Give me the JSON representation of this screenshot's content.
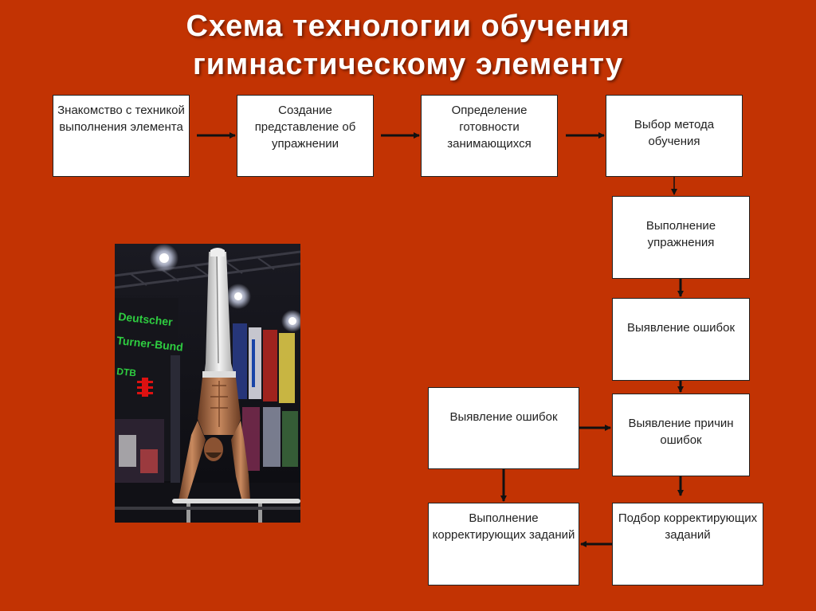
{
  "title": {
    "line1": "Схема технологии обучения",
    "line2": "гимнастическому элементу"
  },
  "boxes": {
    "b1": "Знакомство с техникой выполнения элемента",
    "b2": "Создание представление об упражнении",
    "b3": "Определение готовности занимающихся",
    "b4": "Выбор метода обучения",
    "b5": "Выполнение упражнения",
    "b6": "Выявление ошибок",
    "b7": "Выявление причин ошибок",
    "b8": "Выявление ошибок",
    "b9": "Подбор корректирующих заданий",
    "b10": "Выполнение корректирующих заданий"
  },
  "photo": {
    "banner_line1": "Deutscher",
    "banner_line2": "Turner-Bund",
    "banner_line3": "DTB"
  },
  "colors": {
    "background": "#c23303",
    "box_fill": "#ffffff",
    "arrow": "#111111"
  }
}
